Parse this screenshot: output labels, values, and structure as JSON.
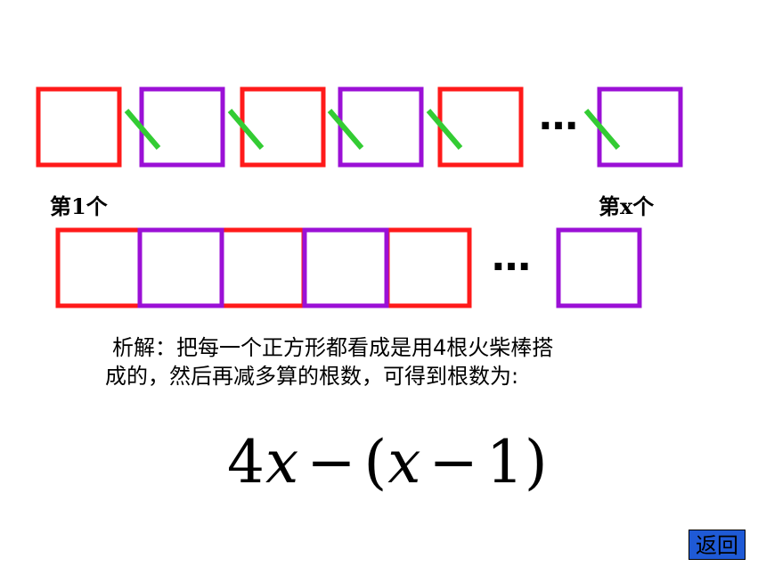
{
  "colors": {
    "red": "#ff1a1a",
    "purple": "#9b10d6",
    "green": "#33cc33",
    "button_bg": "#1f5ad6"
  },
  "row1": {
    "squares": [
      "red",
      "purple",
      "red",
      "purple",
      "red",
      "purple"
    ],
    "ellipsis": "…",
    "label_first": "第1个",
    "label_last": "第x个"
  },
  "row2": {
    "squares": [
      "red",
      "purple",
      "red",
      "purple",
      "red",
      "purple"
    ],
    "ellipsis": "…"
  },
  "explanation": {
    "line1": "析解：把每一个正方形都看成是用4根火柴棒搭",
    "line2": "成的，然后再减多算的根数，可得到根数为:"
  },
  "formula": {
    "coef": "4",
    "var": "x",
    "minus": "−",
    "lparen": "(",
    "var2": "x",
    "minus2": "−",
    "one": "1",
    "rparen": ")"
  },
  "back_button": {
    "label": "返回"
  }
}
